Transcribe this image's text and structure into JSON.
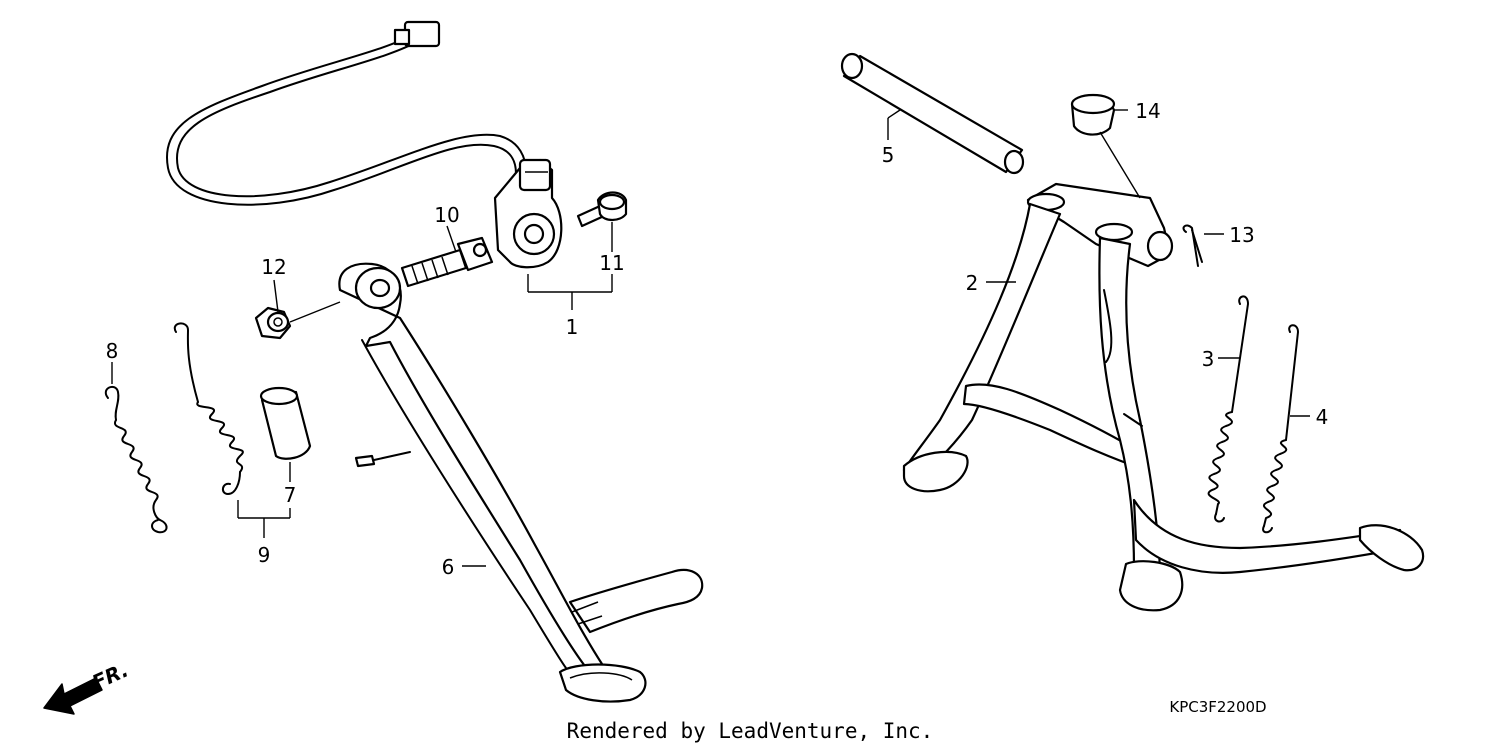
{
  "callouts": {
    "c1": "1",
    "c2": "2",
    "c3": "3",
    "c4": "4",
    "c5": "5",
    "c6": "6",
    "c7": "7",
    "c8": "8",
    "c9": "9",
    "c10": "10",
    "c11": "11",
    "c12": "12",
    "c13": "13",
    "c14": "14"
  },
  "direction_label": "FR.",
  "diagram_code": "KPC3F2200D",
  "footer": "Rendered by LeadVenture, Inc."
}
